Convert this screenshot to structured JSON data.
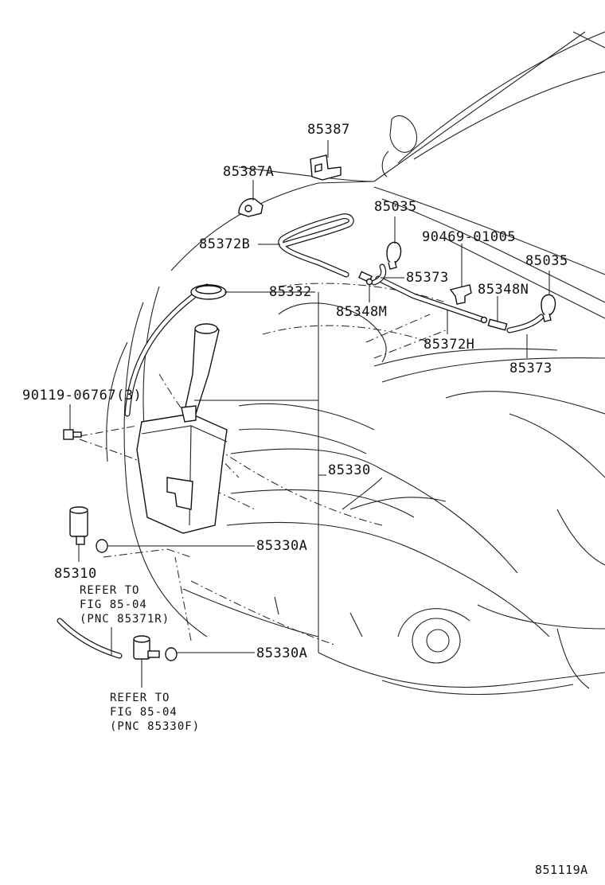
{
  "figure_id": "851119A",
  "labels": {
    "p85387": "85387",
    "p85387a": "85387A",
    "p85035a": "85035",
    "p85372b": "85372B",
    "p90469": "90469-01005",
    "p85035b": "85035",
    "p85373a": "85373",
    "p85332": "85332",
    "p85348n": "85348N",
    "p85348m": "85348M",
    "p85372h": "85372H",
    "p85373b": "85373",
    "p90119": "90119-06767(3)",
    "p85330": "85330",
    "p85330a_top": "85330A",
    "p85310": "85310",
    "p85330a_bottom": "85330A"
  },
  "refer_notes": {
    "upper": [
      "REFER TO",
      "FIG 85-04",
      "(PNC 85371R)"
    ],
    "lower": [
      "REFER TO",
      "FIG 85-04",
      "(PNC 85330F)"
    ]
  }
}
